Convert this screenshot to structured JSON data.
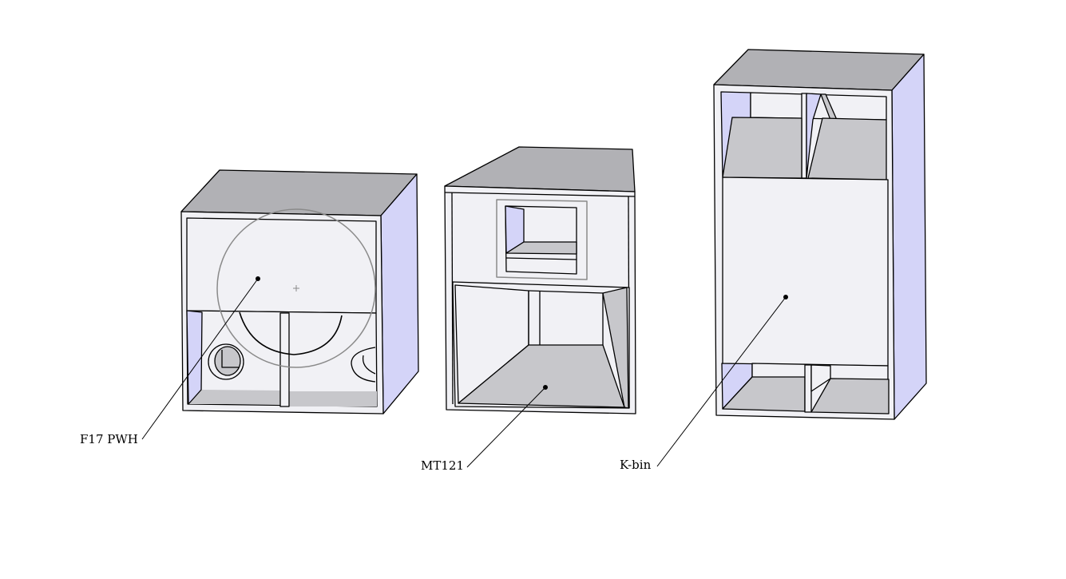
{
  "labels": {
    "f17": "F17 PWH",
    "mt121": "MT121",
    "kbin": "K-bin"
  },
  "colors": {
    "top_face": "#b1b1b5",
    "front_face": "#f1f1f5",
    "side_face": "#d4d4f8",
    "inner_shadow": "#c7c7cb",
    "edge": "#000000",
    "construction_line": "#8a8a8a"
  }
}
